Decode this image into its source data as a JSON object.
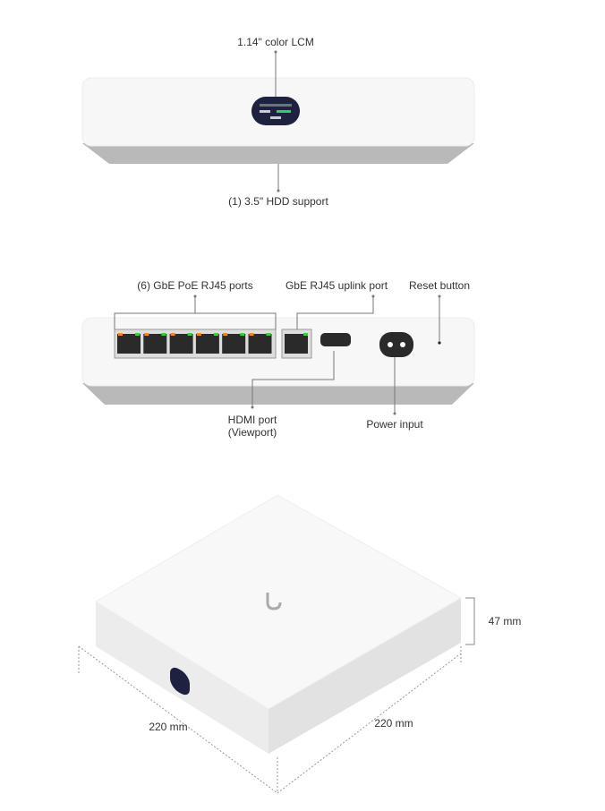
{
  "top_view": {
    "lcm_label": "1.14\" color LCM",
    "hdd_label": "(1) 3.5\" HDD support"
  },
  "rear_view": {
    "poe_ports_label": "(6) GbE PoE RJ45 ports",
    "uplink_label": "GbE RJ45 uplink port",
    "reset_label": "Reset button",
    "hdmi_label_line1": "HDMI port",
    "hdmi_label_line2": "(Viewport)",
    "power_label": "Power input"
  },
  "dimensions": {
    "height": "47 mm",
    "width": "220 mm",
    "depth": "220 mm"
  },
  "colors": {
    "body": "#f7f7f7",
    "base": "#b9b9b9",
    "led_orange": "#f08a1c",
    "led_green": "#38d13a",
    "line": "#777777"
  }
}
